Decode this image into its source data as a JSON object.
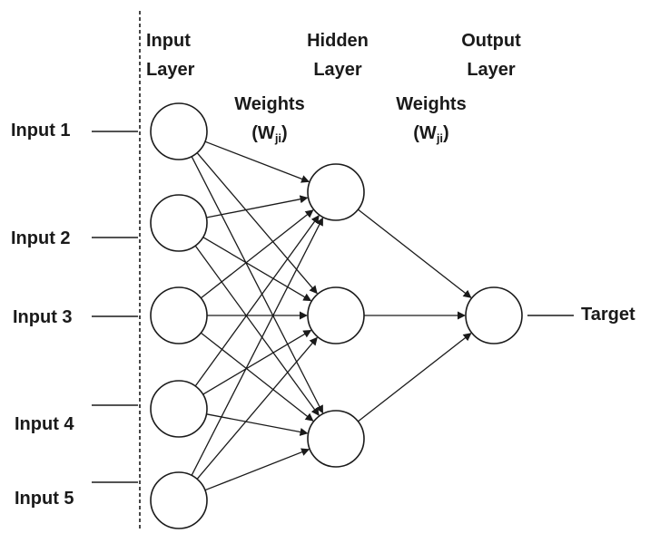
{
  "headers": {
    "input_layer": [
      "Input",
      "Layer"
    ],
    "hidden_layer": [
      "Hidden",
      "Layer"
    ],
    "output_layer": [
      "Output",
      "Layer"
    ]
  },
  "weights": [
    {
      "word": "Weights",
      "open": "(W",
      "sub": "ji",
      "close": ")"
    },
    {
      "word": "Weights",
      "open": "(W",
      "sub": "ji",
      "close": ")"
    }
  ],
  "inputs": [
    "Input 1",
    "Input 2",
    "Input 3",
    "Input 4",
    "Input 5"
  ],
  "target": "Target",
  "network": {
    "input_nodes": 5,
    "hidden_nodes": 3,
    "output_nodes": 1
  }
}
